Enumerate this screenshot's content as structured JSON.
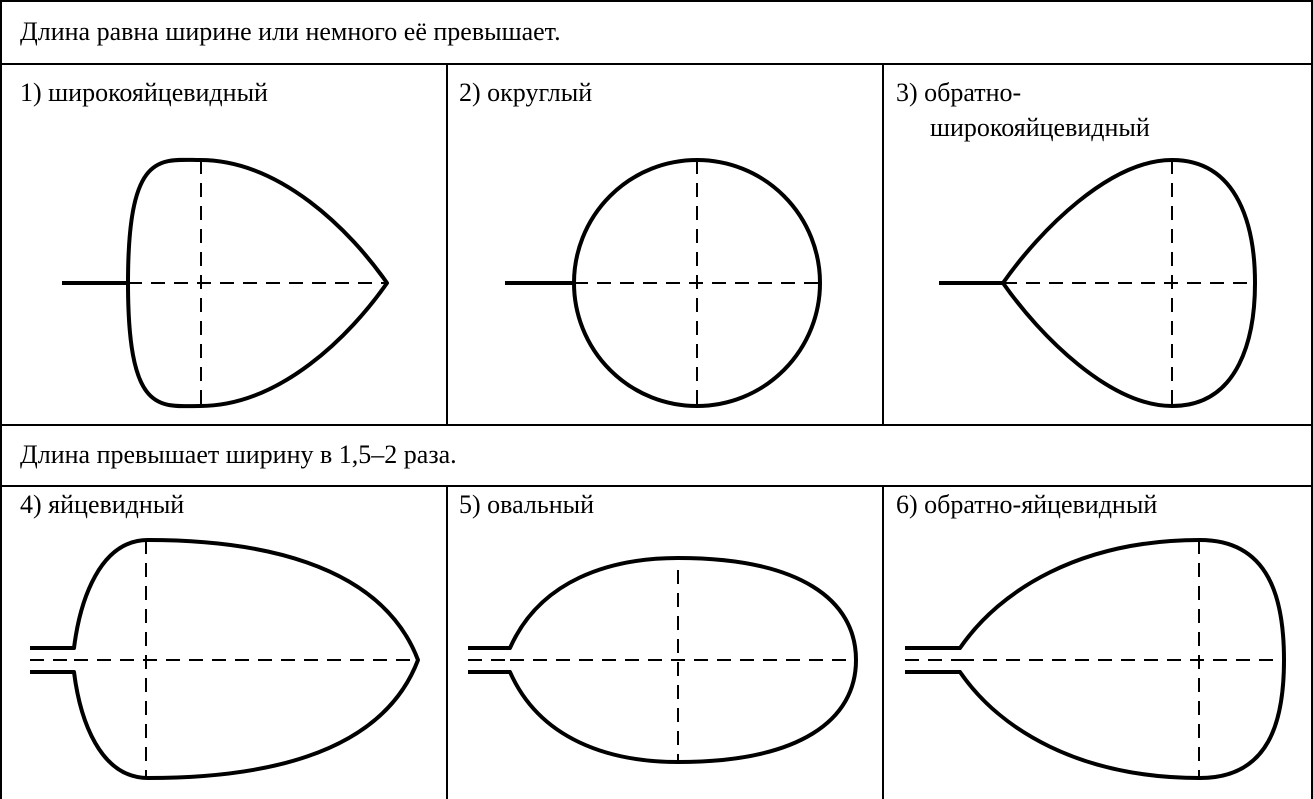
{
  "groups": [
    {
      "header": "Длина равна ширине или немного её превышает."
    },
    {
      "header": "Длина превышает ширину в 1,5–2 раза."
    }
  ],
  "shapes": [
    {
      "label": "1) широкояйцевидный"
    },
    {
      "label": "2) округлый"
    },
    {
      "label": "3) обратно-",
      "label_line2": "широкояйцевидный"
    },
    {
      "label": "4) яйцевидный"
    },
    {
      "label": "5) овальный"
    },
    {
      "label": "6) обратно-яйцевидный"
    }
  ]
}
